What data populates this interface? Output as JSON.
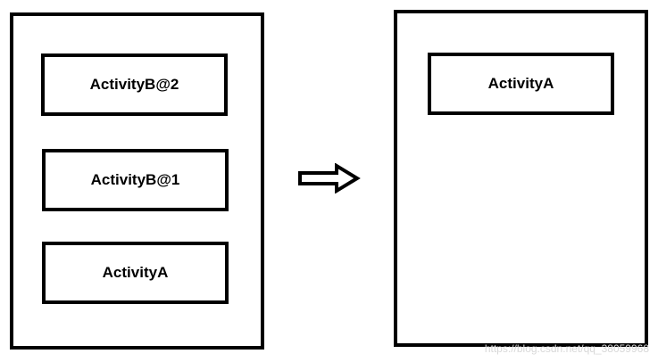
{
  "stack_before": {
    "items": [
      "ActivityB@2",
      "ActivityB@1",
      "ActivityA"
    ]
  },
  "stack_after": {
    "items": [
      "ActivityA"
    ]
  },
  "arrow_icon": "right-arrow-icon",
  "watermark": "https://blog.csdn.net/qq_38059968",
  "colors": {
    "stroke": "#000000",
    "background": "#ffffff",
    "watermark": "#d8d8d8"
  }
}
